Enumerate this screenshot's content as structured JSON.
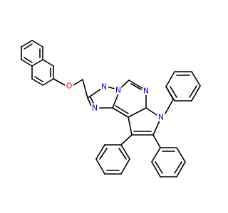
{
  "molecule": {
    "atoms": {
      "o1": {
        "text": "O",
        "color": "#ff0000"
      },
      "n1": {
        "text": "N",
        "color": "#0000ff"
      },
      "n2": {
        "text": "N",
        "color": "#0000ff"
      },
      "n3": {
        "text": "N",
        "color": "#0000ff"
      },
      "n4": {
        "text": "N",
        "color": "#0000ff"
      },
      "n5": {
        "text": "N",
        "color": "#0000ff"
      }
    },
    "bond_color": "#000000"
  }
}
